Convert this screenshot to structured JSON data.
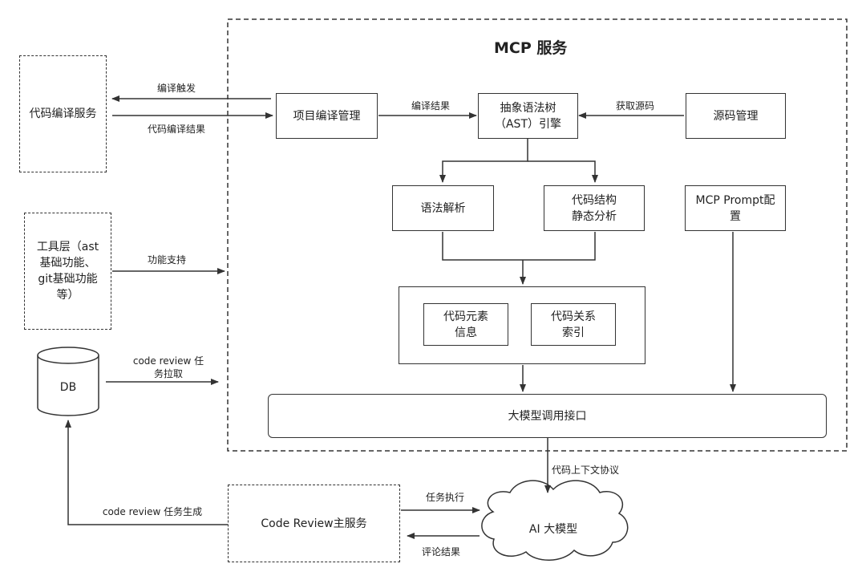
{
  "diagram": {
    "mcp_title": "MCP 服务",
    "nodes": {
      "compile_service": "代码编译服务",
      "tool_layer": "工具层（ast\n基础功能、\ngit基础功能\n等）",
      "db": "DB",
      "project_compile": "项目编译管理",
      "ast_engine": "抽象语法树\n（AST）引擎",
      "source_mgmt": "源码管理",
      "syntax_parse": "语法解析",
      "static_analysis": "代码结构\n静态分析",
      "prompt_config": "MCP Prompt配\n置",
      "element_info": "代码元素\n信息",
      "relation_index": "代码关系\n索引",
      "llm_api": "大模型调用接口",
      "review_service": "Code Review主服务",
      "ai_model": "AI 大模型"
    },
    "edges": {
      "compile_trigger": "编译触发",
      "compile_result_back": "代码编译结果",
      "compile_result": "编译结果",
      "fetch_source": "获取源码",
      "func_support": "功能支持",
      "task_pull": "code review 任\n务拉取",
      "context_protocol": "代码上下文协议",
      "task_generate": "code review 任务生成",
      "task_execute": "任务执行",
      "review_result": "评论结果"
    }
  }
}
